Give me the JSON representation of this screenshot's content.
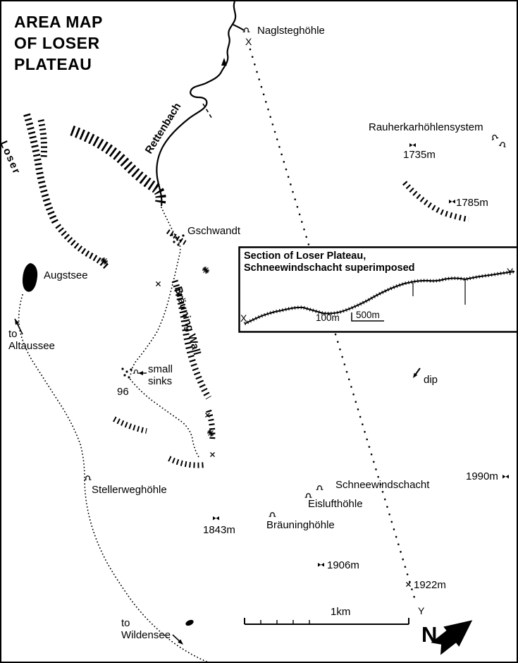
{
  "title_lines": [
    "AREA MAP",
    "OF LOSER",
    "PLATEAU"
  ],
  "labels": {
    "naglsteghohle": "Naglsteghöhle",
    "x_start": "X",
    "rettenbach": "Rettenbach",
    "rauherkarhohlensystem": "Rauherkarhöhlensystem",
    "spot_1735": "1735m",
    "spot_1785": "1785m",
    "loser": "Loser",
    "gschwandt": "Gschwandt",
    "augstsee": "Augstsee",
    "to_altaussee_1": "to",
    "to_altaussee_2": "Altaussee",
    "brauning_wall": "Bräuning Wall",
    "small_sinks_1": "small",
    "small_sinks_2": "sinks",
    "sink_96": "96",
    "dip": "dip",
    "stellerweghohle": "Stellerweghöhle",
    "schneewindschacht": "Schneewindschacht",
    "eislufthohle": "Eislufthöhle",
    "brauninghohle": "Bräuninghöhle",
    "spot_1843": "1843m",
    "spot_1906": "1906m",
    "spot_1922": "1922m",
    "spot_1990": "1990m",
    "to_wildensee_1": "to",
    "to_wildensee_2": "Wildensee",
    "scale_1km": "1km",
    "y_end": "Y",
    "north": "N"
  },
  "inset": {
    "title_line1": "Section of Loser Plateau,",
    "title_line2": "Schneewindschacht superimposed",
    "x_label": "X",
    "y_label": "Y",
    "scale_100m": "100m",
    "scale_500m": "500m"
  },
  "colors": {
    "ink": "#000000",
    "paper": "#ffffff"
  }
}
